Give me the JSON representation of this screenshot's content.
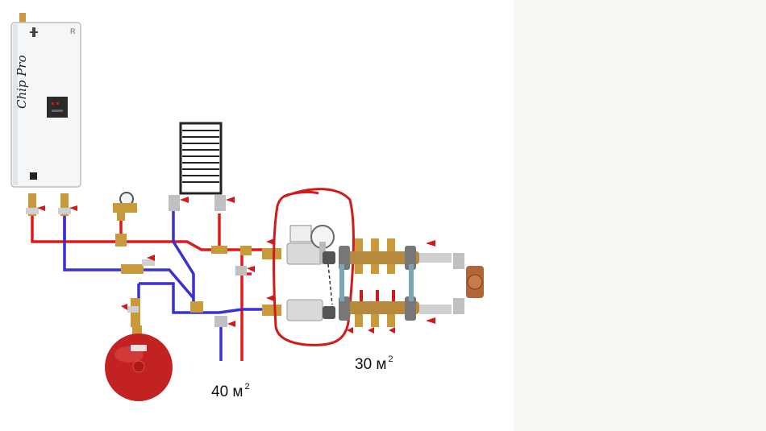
{
  "boiler": {
    "brand": "Chip Pro",
    "badge": "R"
  },
  "labels": {
    "radiators_area": "40 м",
    "radiators_sup": "2",
    "floor_area": "30 м",
    "floor_sup": "2"
  },
  "colors": {
    "supply": "#e01a1a",
    "return": "#3b30d0",
    "highlight": "#d11a1a",
    "brass": "#b58a3c",
    "tank": "#c22222"
  }
}
